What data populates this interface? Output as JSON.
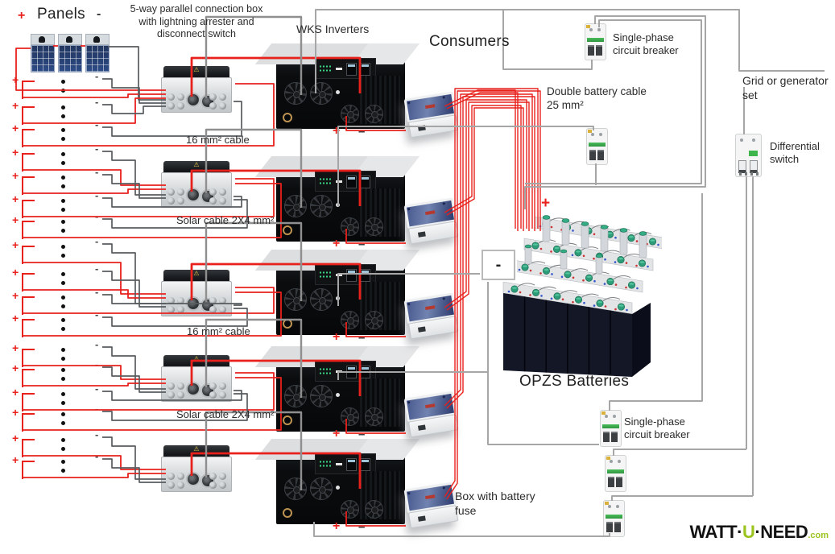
{
  "labels": {
    "panels_title": "Panels",
    "plus": "+",
    "minus": "-",
    "inverter_plus": "+",
    "inverter_minus": "–",
    "connection_box": "5-way parallel connection box with lightning arrester and disconnect switch",
    "wks_inverters": "WKS Inverters",
    "consumers": "Consumers",
    "single_phase_breaker": "Single-phase circuit breaker",
    "single_phase_breaker_bottom": "Single-phase circuit breaker",
    "double_battery_cable": "Double battery cable 25 mm²",
    "grid_or_generator": "Grid or generator set",
    "differential_switch": "Differential switch",
    "cable_16": "16 mm² cable",
    "cable_16_b": "16 mm² cable",
    "solar_cable": "Solar cable 2X4 mm²",
    "solar_cable_b": "Solar cable 2X4 mm²",
    "opzs_batteries": "OPZS Batteries",
    "box_battery_fuse": "Box with battery fuse",
    "battery_plus": "+",
    "battery_minus": "-"
  },
  "icons": {
    "warning_triangle": "⚠"
  },
  "logo": {
    "watt": "WATT",
    "sep1": "·",
    "u": "U",
    "sep2": "·",
    "need": "NEED",
    "com": ".com"
  },
  "colors": {
    "wire_red": "#e8211d",
    "wire_gray": "#a6a6a6",
    "wire_dark": "#585c5f",
    "logo_green": "#9bc41e",
    "breaker_green": "#3db54a",
    "fusebox_blue": "#46588f"
  }
}
